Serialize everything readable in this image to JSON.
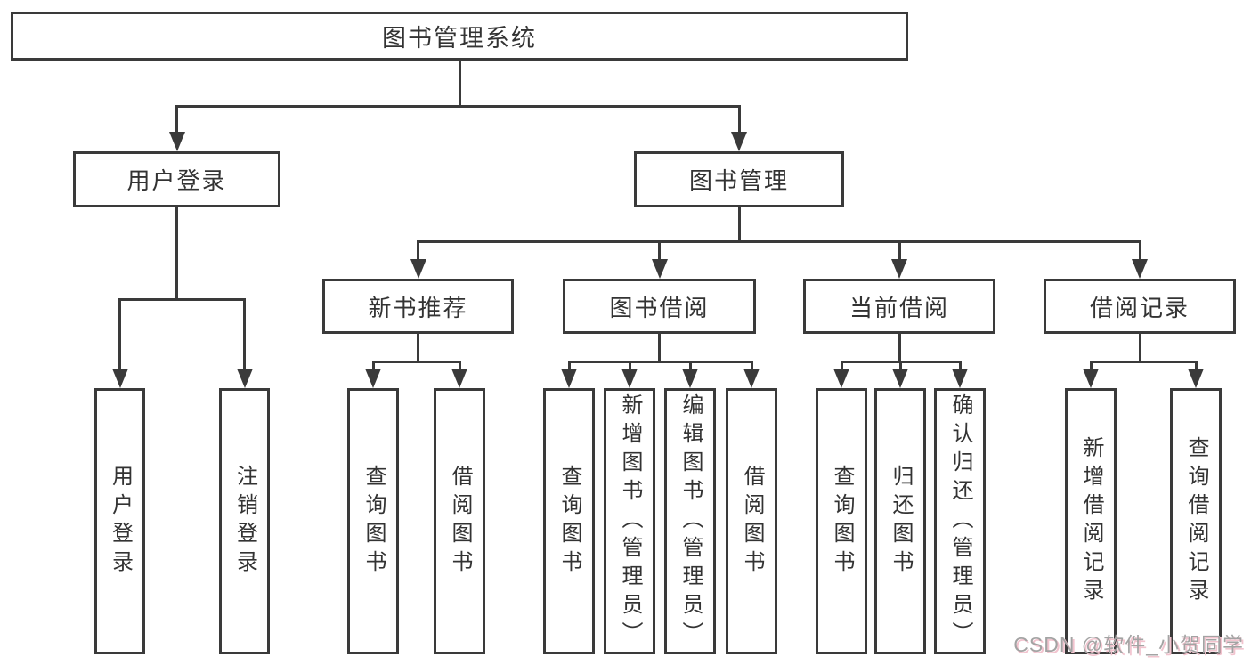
{
  "colors": {
    "line": "#3a3a3a",
    "box_border": "#3a3a3a",
    "text": "#333333",
    "background": "#ffffff",
    "watermark_text": "#a3a3a3",
    "watermark_shadow": "#f2c3ce"
  },
  "tree": {
    "label": "图书管理系统",
    "children": [
      {
        "label": "用户登录",
        "children": [
          {
            "label": "用户登录"
          },
          {
            "label": "注销登录"
          }
        ]
      },
      {
        "label": "图书管理",
        "children": [
          {
            "label": "新书推荐",
            "children": [
              {
                "label": "查询图书"
              },
              {
                "label": "借阅图书"
              }
            ]
          },
          {
            "label": "图书借阅",
            "children": [
              {
                "label": "查询图书"
              },
              {
                "label": "新增图书（管理员）"
              },
              {
                "label": "编辑图书（管理员）"
              },
              {
                "label": "借阅图书"
              }
            ]
          },
          {
            "label": "当前借阅",
            "children": [
              {
                "label": "查询图书"
              },
              {
                "label": "归还图书"
              },
              {
                "label": "确认归还（管理员）"
              }
            ]
          },
          {
            "label": "借阅记录",
            "children": [
              {
                "label": "新增借阅记录"
              },
              {
                "label": "查询借阅记录"
              }
            ]
          }
        ]
      }
    ]
  },
  "watermark": {
    "text": "CSDN @软件_小贺同学"
  }
}
